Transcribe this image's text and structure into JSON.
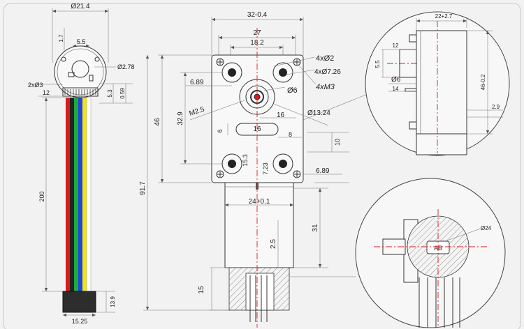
{
  "colors": {
    "background": "#f2f2f2",
    "outline": "#333333",
    "centerline": "#e01818",
    "wires": [
      "#d61c1c",
      "#222222",
      "#1faa3c",
      "#2244dd",
      "#f0e414",
      "#ffffff"
    ]
  },
  "encoder": {
    "d_disc": "Ø21.4",
    "d_1_7": "1.7",
    "d_5_5": "5.5",
    "d_2_78": "Ø2.78",
    "d_holes": "2xØ3",
    "d_12": "12",
    "d_5_3": "5.3",
    "d_0_59": "0.59",
    "d_200": "200",
    "d_13_9": "13.9",
    "d_15_25": "15.25"
  },
  "gearbox": {
    "d_32": "32-0.4",
    "d_27": "27",
    "d_18_2": "18.2",
    "d_2": "2",
    "d_4x2": "4xØ2",
    "d_4x7_26": "4xØ7.26",
    "d_4xM3": "4xM3",
    "d_6_89_top": "6.89",
    "d_6": "Ø6",
    "d_m2_5": "M2.5",
    "d_16_a": "16",
    "d_13_24": "Ø13.24",
    "d_32_9": "32.9",
    "d_46": "46",
    "d_6_slot": "6",
    "d_16_b": "16",
    "d_8": "8",
    "d_10": "10",
    "d_15_3": "15.3",
    "d_7_23": "7.23",
    "d_6_89_bot": "6.89",
    "d_91_7": "91.7"
  },
  "motor": {
    "d_24": "24+0.1",
    "d_31": "31",
    "d_2_5": "2.5",
    "d_15": "15"
  },
  "detail_side": {
    "d_22": "22+2.7",
    "d_12": "12",
    "d_5_5": "5.5",
    "d_6": "Ø6",
    "d_14": "14",
    "d_46": "46-0.2",
    "d_2_9": "2.9"
  },
  "detail_end": {
    "d_24": "Ø24",
    "flat_label": "AB"
  }
}
